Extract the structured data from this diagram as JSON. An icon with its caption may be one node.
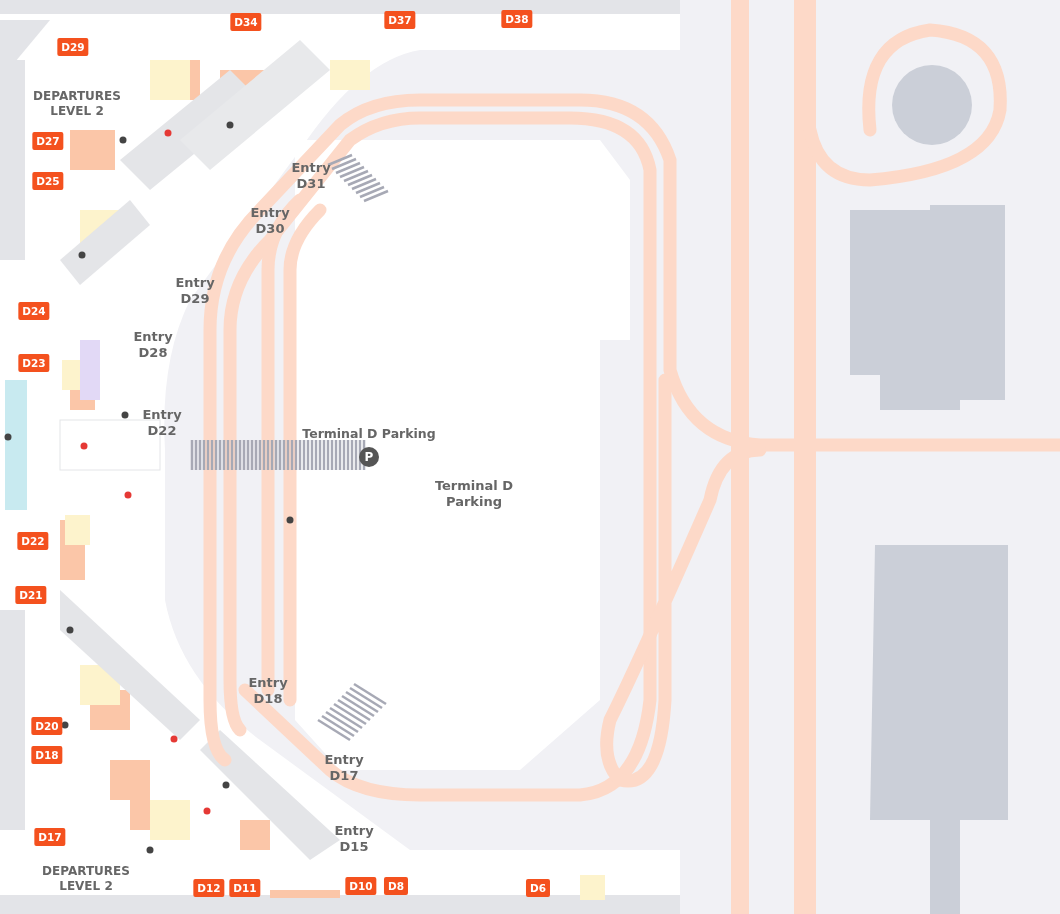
{
  "diagram": {
    "nodes": [
      {
        "text": [
          "D34"
        ]
      },
      {
        "text": [
          "D37"
        ]
      },
      {
        "text": [
          "D38"
        ]
      },
      {
        "text": [
          "D29"
        ]
      },
      {
        "text": [
          "D27"
        ]
      },
      {
        "text": [
          "D25"
        ]
      },
      {
        "text": [
          "D24"
        ]
      },
      {
        "text": [
          "D23"
        ]
      },
      {
        "text": [
          "D22"
        ]
      },
      {
        "text": [
          "D21"
        ]
      },
      {
        "text": [
          "D20"
        ]
      },
      {
        "text": [
          "D18"
        ]
      },
      {
        "text": [
          "D17"
        ]
      },
      {
        "text": [
          "D12"
        ]
      },
      {
        "text": [
          "D11"
        ]
      },
      {
        "text": [
          "D10"
        ]
      },
      {
        "text": [
          "D8"
        ]
      },
      {
        "text": [
          "D6"
        ]
      },
      {
        "text": [
          "P"
        ]
      }
    ],
    "labels": [
      "DEPARTURES LEVEL 2",
      "Entry D31",
      "Entry D30",
      "Entry D29",
      "Entry D28",
      "Entry D22",
      "Terminal D Parking",
      "Terminal D Parking",
      "Entry D18",
      "Entry D17",
      "Entry D15",
      "DEPARTURES LEVEL 2"
    ]
  }
}
